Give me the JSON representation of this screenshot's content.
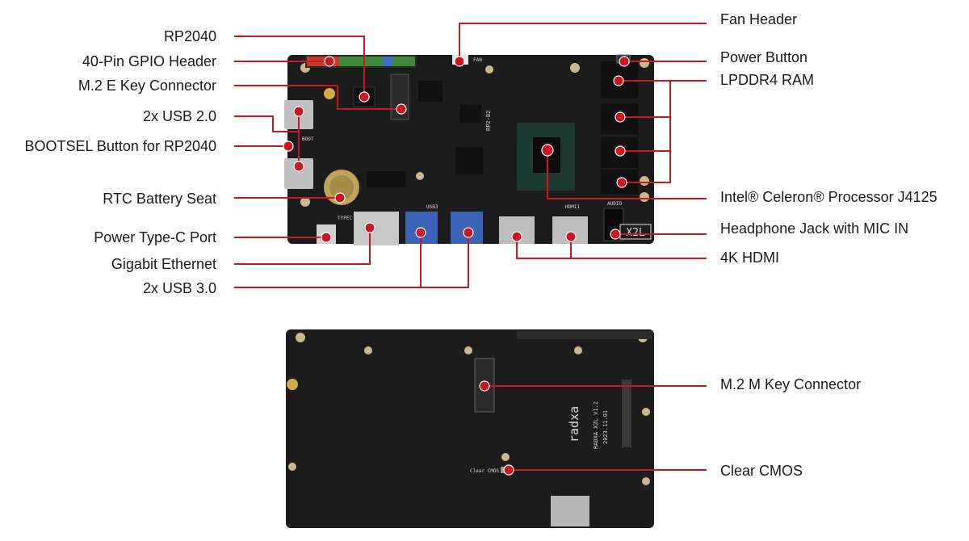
{
  "labels": {
    "rp2040": "RP2040",
    "gpio_header": "40-Pin GPIO Header",
    "m2_e_key": "M.2 E Key Connector",
    "usb2": "2x USB 2.0",
    "bootsel": "BOOTSEL Button for RP2040",
    "rtc_battery": "RTC Battery Seat",
    "power_typec": "Power Type-C Port",
    "gigabit_ethernet": "Gigabit Ethernet",
    "usb3": "2x USB 3.0",
    "fan_header": "Fan Header",
    "power_button": "Power Button",
    "lpddr4_ram": "LPDDR4 RAM",
    "processor": "Intel® Celeron® Processor J4125",
    "headphone_jack": "Headphone Jack with MIC IN",
    "hdmi": "4K HDMI",
    "m2_m_key": "M.2 M Key Connector",
    "clear_cmos": "Clear CMOS"
  },
  "board_markings": {
    "model": "X2L",
    "brand": "radxa",
    "revision": "RADXA X2L V1.2",
    "date": "2023.11.01",
    "clear_cmos_silk": "Clear CMOS",
    "usb3_silk": "USB3",
    "typec_silk": "TYPEC",
    "hdmi_silk": "HDMI1",
    "audio_silk": "AUDIO",
    "fan_silk": "FAN",
    "boot_silk": "BOOT",
    "rp_chip": "RP2-B2"
  },
  "colors": {
    "leader": "#c8171e",
    "board": "#1c1c1c",
    "text": "#1a1a1a"
  }
}
